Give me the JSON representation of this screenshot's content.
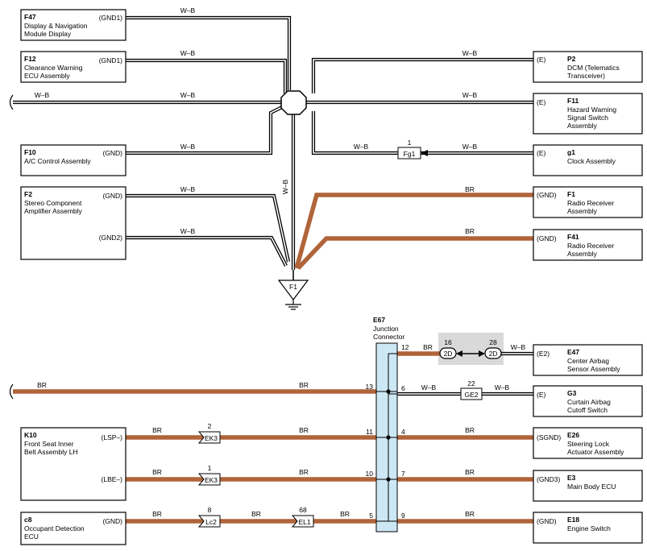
{
  "components": {
    "F47": {
      "code": "F47",
      "name1": "Display & Navigation",
      "name2": "Module Display",
      "pin": "(GND1)"
    },
    "F12": {
      "code": "F12",
      "name1": "Clearance Warning",
      "name2": "ECU Assembly",
      "pin": "(GND1)"
    },
    "F10": {
      "code": "F10",
      "name1": "A/C Control Assembly",
      "pin": "(GND)"
    },
    "F2": {
      "code": "F2",
      "name1": "Stereo Component",
      "name2": "Amplifier Assembly",
      "pin1": "(GND)",
      "pin2": "(GND2)"
    },
    "P2": {
      "code": "P2",
      "name1": "DCM (Telematics",
      "name2": "Transceiver)",
      "pin": "(E)"
    },
    "F11": {
      "code": "F11",
      "name1": "Hazard Warning",
      "name2": "Signal Switch",
      "name3": "Assembly",
      "pin": "(E)"
    },
    "g1": {
      "code": "g1",
      "name1": "Clock Assembly",
      "pin": "(E)"
    },
    "F1": {
      "code": "F1",
      "name1": "Radio Receiver",
      "name2": "Assembly",
      "pin": "(GND)"
    },
    "F41": {
      "code": "F41",
      "name1": "Radio Receiver",
      "name2": "Assembly",
      "pin": "(GND)"
    },
    "K10": {
      "code": "K10",
      "name1": "Front Seat Inner",
      "name2": "Belt Assembly LH",
      "pin1": "(LSP–)",
      "pin2": "(LBE–)"
    },
    "c8": {
      "code": "c8",
      "name1": "Occupant Detection",
      "name2": "ECU",
      "pin": "(GND)"
    },
    "E47": {
      "code": "E47",
      "name1": "Center Airbag",
      "name2": "Sensor Assembly",
      "pin": "(E2)"
    },
    "G3": {
      "code": "G3",
      "name1": "Curtain Airbag",
      "name2": "Cutoff Switch",
      "pin": "(E)"
    },
    "E26": {
      "code": "E26",
      "name1": "Steering Lock",
      "name2": "Actuator Assembly",
      "pin": "(SGND)"
    },
    "E3": {
      "code": "E3",
      "name1": "Main Body ECU",
      "pin": "(GND3)"
    },
    "E18": {
      "code": "E18",
      "name1": "Engine Switch",
      "pin": "(GND)"
    }
  },
  "wire_colors": {
    "wb": "W–B",
    "br": "BR"
  },
  "connectors": {
    "Fg1": {
      "label": "Fg1",
      "pin": "1"
    },
    "EK3a": {
      "label": "EK3",
      "pin": "2"
    },
    "EK3b": {
      "label": "EK3",
      "pin": "1"
    },
    "Lc2": {
      "label": "Lc2",
      "pin": "8"
    },
    "EL1": {
      "label": "EL1",
      "pin": "68"
    },
    "GE2": {
      "label": "GE2",
      "pin": "22"
    },
    "TwoD_left": {
      "label": "2D",
      "pin": "16"
    },
    "TwoD_right": {
      "label": "2D",
      "pin": "28"
    }
  },
  "ground": {
    "label": "F1"
  },
  "junction": {
    "code": "E67",
    "name1": "Junction",
    "name2": "Connector",
    "pins": {
      "p12": "12",
      "p13": "13",
      "p6": "6",
      "p11": "11",
      "p4": "4",
      "p10": "10",
      "p7": "7",
      "p5": "5",
      "p9": "9"
    }
  },
  "colors": {
    "wire_wb": "#000000",
    "wire_br": "#b0643a",
    "junction_fill": "#cde8f5",
    "shield_fill": "#d9d9d9"
  }
}
